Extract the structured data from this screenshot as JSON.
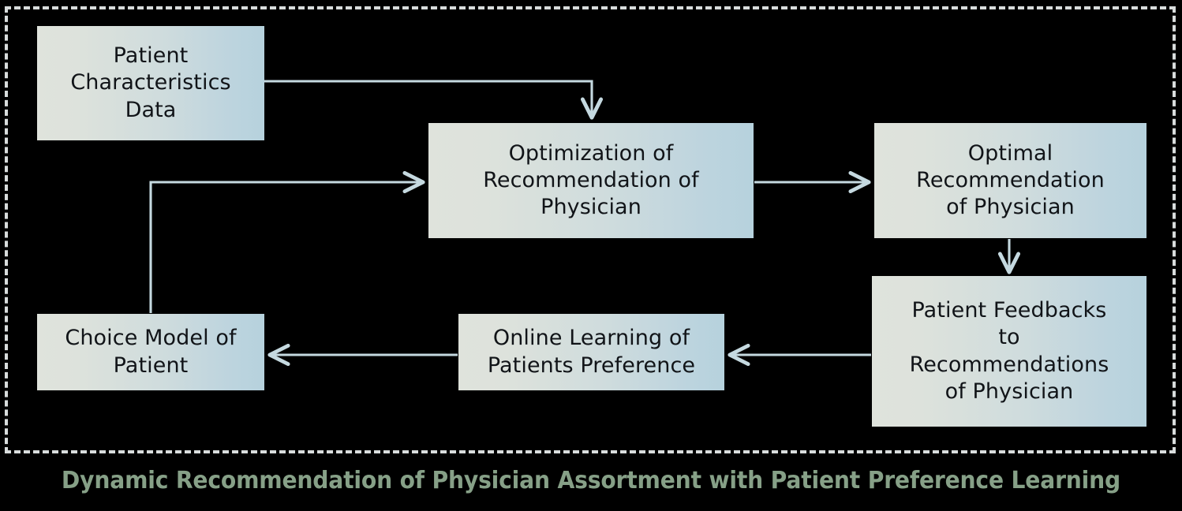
{
  "diagram": {
    "title": "Dynamic Recommendation of Physician Assortment with Patient Preference Learning",
    "background_color": "#000000",
    "frame_border_color": "#d8dcdc",
    "node_gradient_start": "#dfe3dc",
    "node_gradient_end": "#b6d2dd",
    "node_text_color": "#111418",
    "edge_color": "#c5d9e0",
    "caption_color": "#86a087",
    "nodes": [
      {
        "id": "patient-characteristics",
        "label": "Patient\nCharacteristics\nData"
      },
      {
        "id": "optimization",
        "label": "Optimization of\nRecommendation of\nPhysician"
      },
      {
        "id": "optimal-recommendation",
        "label": "Optimal\nRecommendation\nof Physician"
      },
      {
        "id": "patient-feedbacks",
        "label": "Patient Feedbacks\nto\nRecommendations\nof Physician"
      },
      {
        "id": "online-learning",
        "label": "Online Learning of\nPatients Preference"
      },
      {
        "id": "choice-model",
        "label": "Choice Model of\nPatient"
      }
    ],
    "edges": [
      {
        "id": "patient-characteristics-to-optimization",
        "from": "patient-characteristics",
        "to": "optimization",
        "style": "elbow-right-down"
      },
      {
        "id": "choice-model-to-optimization",
        "from": "choice-model",
        "to": "optimization",
        "style": "elbow-up-right"
      },
      {
        "id": "optimization-to-optimal-recommendation",
        "from": "optimization",
        "to": "optimal-recommendation",
        "style": "straight-right"
      },
      {
        "id": "optimal-recommendation-to-patient-feedbacks",
        "from": "optimal-recommendation",
        "to": "patient-feedbacks",
        "style": "straight-down"
      },
      {
        "id": "patient-feedbacks-to-online-learning",
        "from": "patient-feedbacks",
        "to": "online-learning",
        "style": "straight-left"
      },
      {
        "id": "online-learning-to-choice-model",
        "from": "online-learning",
        "to": "choice-model",
        "style": "straight-left"
      }
    ]
  }
}
